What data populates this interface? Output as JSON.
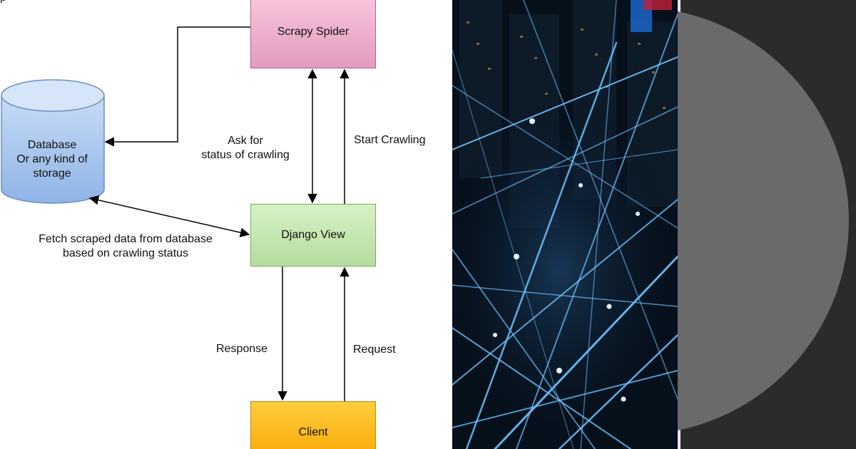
{
  "diagram": {
    "top_partial_text": "p",
    "nodes": {
      "scrapy_spider": "Scrapy Spider",
      "database": [
        "Database",
        "Or any kind of",
        "storage"
      ],
      "django_view": "Django View",
      "client": "Client"
    },
    "edges": {
      "ask_status": [
        "Ask for",
        "status of crawling"
      ],
      "start_crawling": "Start Crawling",
      "fetch_data": [
        "Fetch scraped data from database",
        "based on crawling status"
      ],
      "response": "Response",
      "request": "Request"
    }
  },
  "colors": {
    "spider_fill": "#eaa6c9",
    "django_fill": "#c6e7b1",
    "client_fill": "#fbb914",
    "database_fill": "#a9c7ee",
    "photo_lines": "#6fc4ff",
    "dark_panel": "#2b2b2b",
    "disc": "#6a6a6a"
  }
}
